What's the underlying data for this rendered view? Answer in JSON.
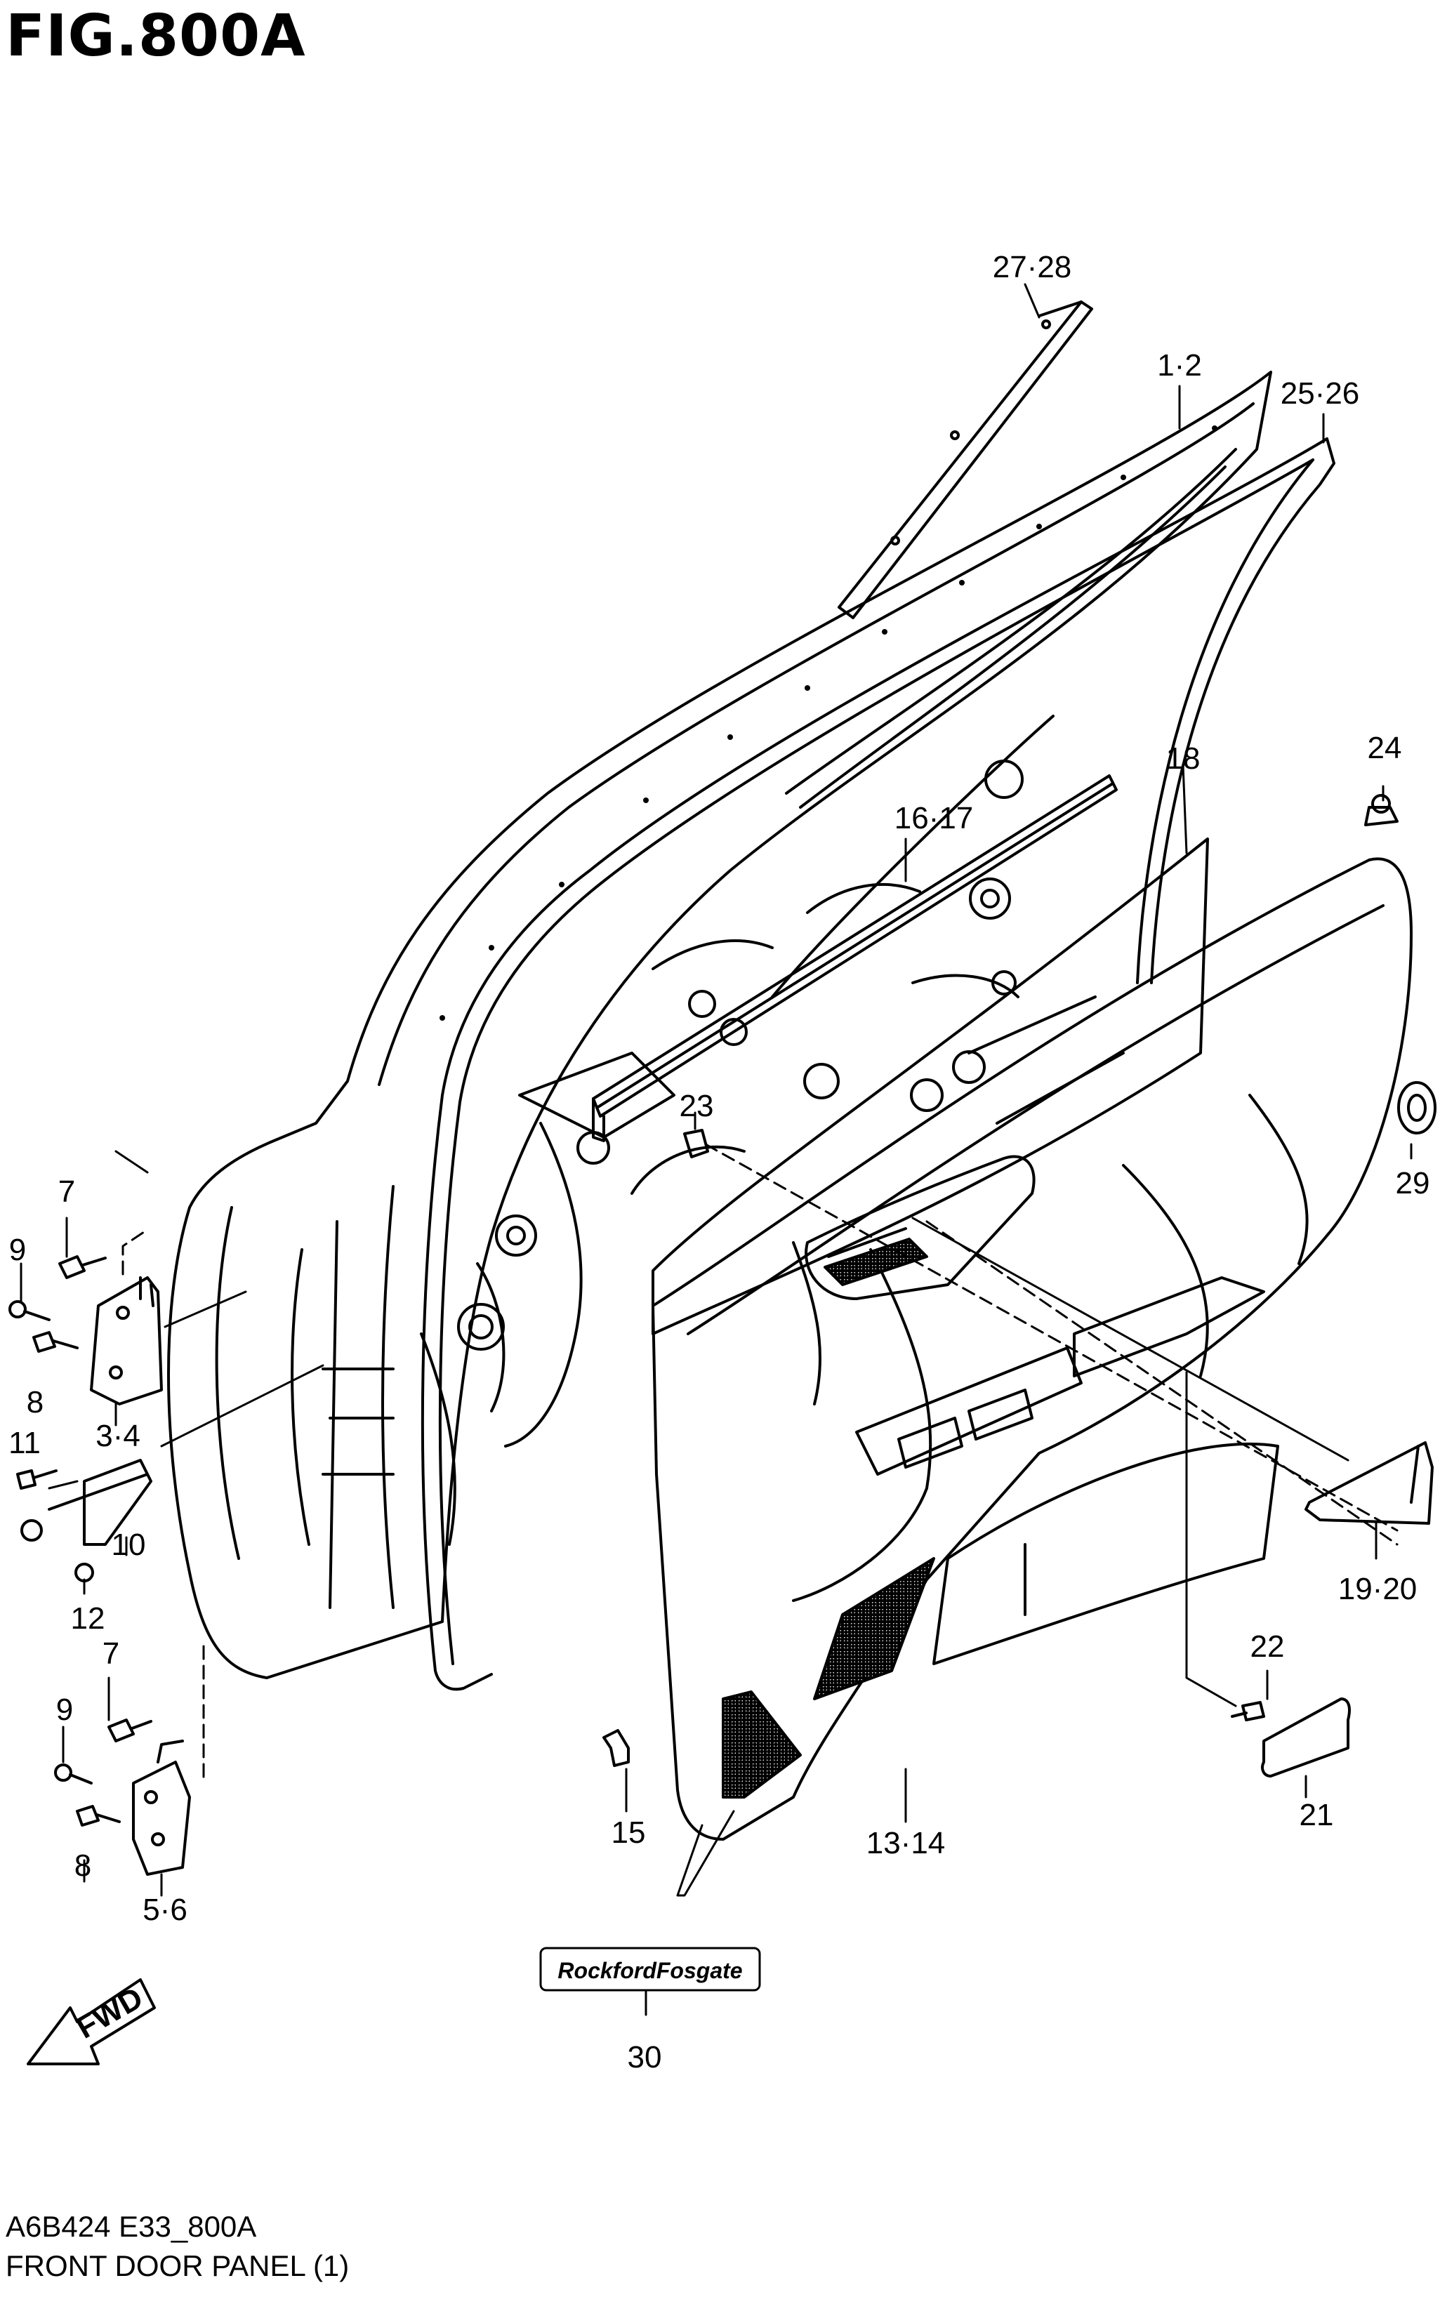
{
  "figure": {
    "title": "FIG.800A",
    "code": "A6B424 E33_800A",
    "description": "FRONT DOOR PANEL (1)"
  },
  "direction_label": "FWD",
  "logo_text": "RockfordFosgate",
  "callouts": {
    "c27_28": "27·28",
    "c1_2": "1·2",
    "c25_26": "25·26",
    "c18": "18",
    "c24": "24",
    "c16_17": "16·17",
    "c23": "23",
    "c29": "29",
    "c7a": "7",
    "c9a": "9",
    "c8a": "8",
    "c3_4": "3·4",
    "c11": "11",
    "c10": "10",
    "c12": "12",
    "c7b": "7",
    "c9b": "9",
    "c8b": "8",
    "c5_6": "5·6",
    "c19_20": "19·20",
    "c22": "22",
    "c21": "21",
    "c15": "15",
    "c13_14": "13·14",
    "c30": "30"
  }
}
